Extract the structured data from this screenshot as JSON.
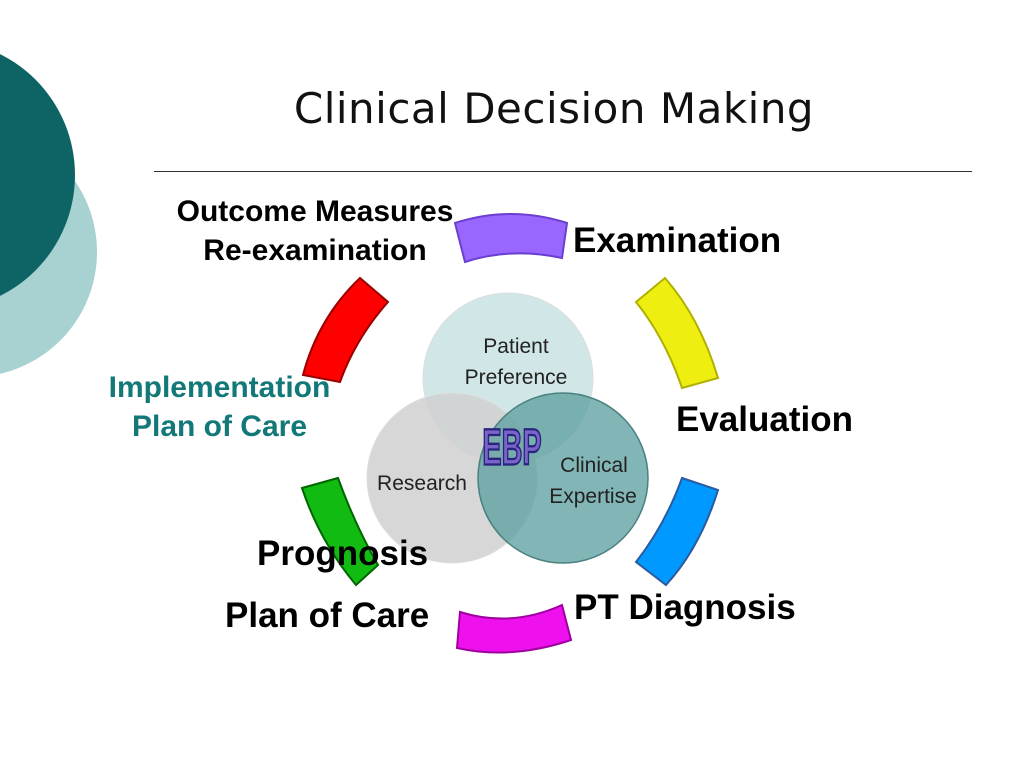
{
  "slide": {
    "title": "Clinical Decision Making"
  },
  "cycle": {
    "steps": [
      {
        "lines": [
          "Examination"
        ],
        "color": "#9966ff"
      },
      {
        "lines": [
          "Evaluation"
        ],
        "color": "#eeee11"
      },
      {
        "lines": [
          "PT Diagnosis"
        ],
        "color": "#0099ff"
      },
      {
        "lines": [
          "Plan of Care"
        ],
        "color": "#ee11ee"
      },
      {
        "lines": [
          "Prognosis"
        ],
        "color": "#11bb11"
      },
      {
        "lines": [
          "Implementation",
          "Plan of Care"
        ],
        "color": "#ff0000"
      },
      {
        "lines": [
          "Outcome Measures",
          "Re-examination"
        ],
        "color": "#9966ff"
      }
    ]
  },
  "ebp": {
    "label": "EBP",
    "circles": [
      {
        "label_lines": [
          "Patient",
          "Preference"
        ],
        "color": "#cfe6e6"
      },
      {
        "label_lines": [
          "Research"
        ],
        "color": "#d0d0d0"
      },
      {
        "label_lines": [
          "Clinical",
          "Expertise"
        ],
        "color": "#5fa0a0"
      }
    ]
  },
  "theme": {
    "accent_dark": "#0e6464",
    "accent_light": "#a8d2d2",
    "teal_text": "#127878"
  }
}
